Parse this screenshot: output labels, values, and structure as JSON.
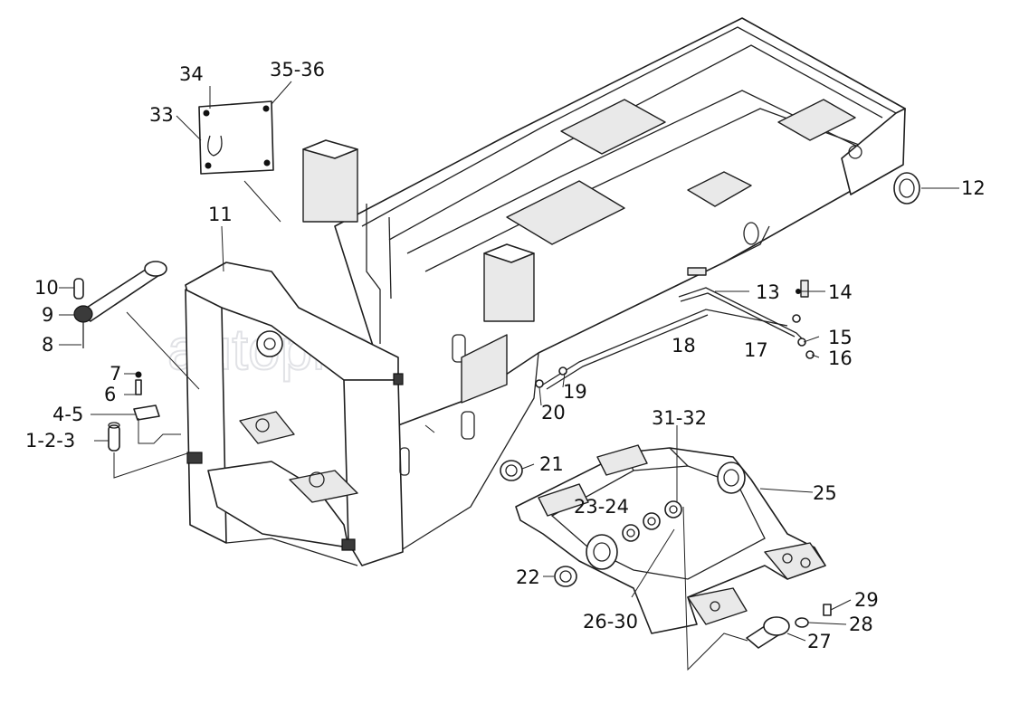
{
  "diagram": {
    "watermark": "autopiter.ru",
    "callouts": [
      {
        "id": "c1",
        "text": "1-2-3"
      },
      {
        "id": "c2",
        "text": "4-5"
      },
      {
        "id": "c3",
        "text": "6"
      },
      {
        "id": "c4",
        "text": "7"
      },
      {
        "id": "c5",
        "text": "8"
      },
      {
        "id": "c6",
        "text": "9"
      },
      {
        "id": "c7",
        "text": "10"
      },
      {
        "id": "c8",
        "text": "11"
      },
      {
        "id": "c9",
        "text": "12"
      },
      {
        "id": "c10",
        "text": "13"
      },
      {
        "id": "c11",
        "text": "14"
      },
      {
        "id": "c12",
        "text": "15"
      },
      {
        "id": "c13",
        "text": "16"
      },
      {
        "id": "c14",
        "text": "17"
      },
      {
        "id": "c15",
        "text": "18"
      },
      {
        "id": "c16",
        "text": "19"
      },
      {
        "id": "c17",
        "text": "20"
      },
      {
        "id": "c18",
        "text": "21"
      },
      {
        "id": "c19",
        "text": "22"
      },
      {
        "id": "c20",
        "text": "23-24"
      },
      {
        "id": "c21",
        "text": "25"
      },
      {
        "id": "c22",
        "text": "26-30"
      },
      {
        "id": "c23",
        "text": "27"
      },
      {
        "id": "c24",
        "text": "28"
      },
      {
        "id": "c25",
        "text": "29"
      },
      {
        "id": "c26",
        "text": "31-32"
      },
      {
        "id": "c27",
        "text": "33"
      },
      {
        "id": "c28",
        "text": "34"
      },
      {
        "id": "c29",
        "text": "35-36"
      }
    ]
  }
}
